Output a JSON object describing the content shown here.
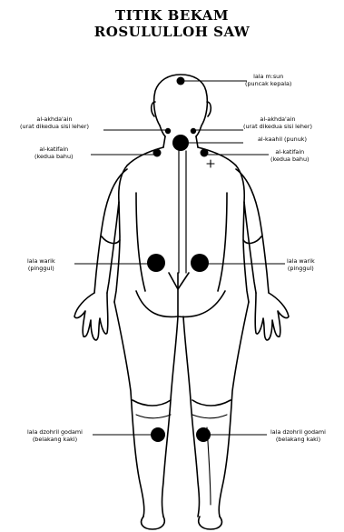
{
  "title": {
    "line1": "TITIK BEKAM",
    "line2": "ROSULULLOH SAW"
  },
  "labels": {
    "ummu_mughits": {
      "line1": "lala m:sun",
      "line2": "(puncak kepala)"
    },
    "al_akhdaain_left": {
      "line1": "al-akhda'ain",
      "line2": "(urat dikedua sisi leher)"
    },
    "al_akhdaain_right": {
      "line1": "al-akhda'ain",
      "line2": "(urat dikedua sisi leher)"
    },
    "al_kaahil": {
      "line1": "al-kaahil (punuk)"
    },
    "al_katifain_left": {
      "line1": "al-katifain",
      "line2": "(kedua bahu)"
    },
    "al_katifain_right": {
      "line1": "al-katifain",
      "line2": "(kedua bahu)"
    },
    "alal_warik_left": {
      "line1": "lala warik",
      "line2": "(pinggul)"
    },
    "alal_warik_right": {
      "line1": "lala warik",
      "line2": "(pinggul)"
    },
    "dzohril_qodam_left": {
      "line1": "lala dzohril godami",
      "line2": "(belakang kaki)"
    },
    "dzohril_qodam_right": {
      "line1": "lala dzohril godami",
      "line2": "(belakang kaki)"
    }
  },
  "colors": {
    "ink": "#000000",
    "paper": "#ffffff"
  }
}
